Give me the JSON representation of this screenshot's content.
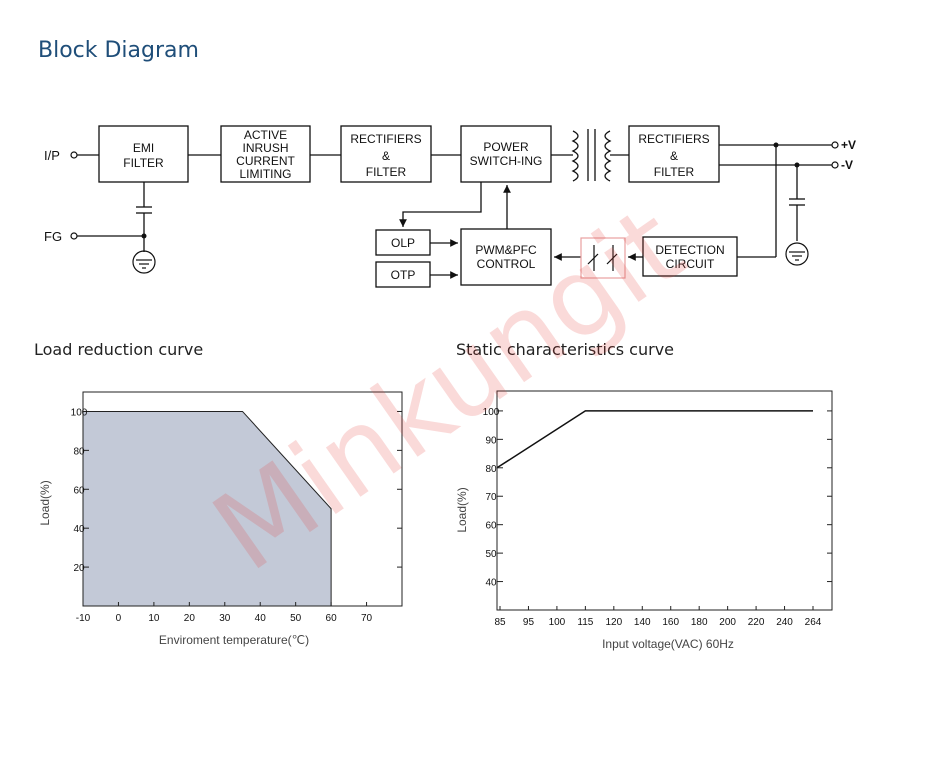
{
  "page": {
    "title": "Block Diagram",
    "watermark": "Minkungit"
  },
  "block_diagram": {
    "terminals": {
      "input": "I/P",
      "ground": "FG",
      "pos_out": "+V",
      "neg_out": "-V"
    },
    "blocks": {
      "emi": [
        "EMI",
        "FILTER"
      ],
      "inrush": [
        "ACTIVE",
        "INRUSH",
        "CURRENT",
        "LIMITING"
      ],
      "rect1": [
        "RECTIFIERS",
        "&",
        "FILTER"
      ],
      "power": [
        "POWER",
        "SWITCH-ING"
      ],
      "rect2": [
        "RECTIFIERS",
        "&",
        "FILTER"
      ],
      "olp": [
        "OLP"
      ],
      "otp": [
        "OTP"
      ],
      "pwm": [
        "PWM&PFC",
        "CONTROL"
      ],
      "detection": [
        "DETECTION",
        "CIRCUIT"
      ]
    }
  },
  "load_curve": {
    "section_title": "Load reduction curve",
    "chart_data": {
      "type": "area",
      "x": [
        -10,
        35,
        60
      ],
      "y": [
        100,
        100,
        50
      ],
      "xlabel": "Enviroment temperature(℃)",
      "ylabel": "Load(%)",
      "xlim": [
        -10,
        80
      ],
      "ylim": [
        0,
        110
      ],
      "xticks": [
        "-10",
        "0",
        "10",
        "20",
        "30",
        "40",
        "50",
        "60",
        "70"
      ],
      "yticks": [
        "20",
        "40",
        "60",
        "80",
        "100"
      ],
      "fill_color": "#c3c9d7"
    }
  },
  "static_curve": {
    "section_title": "Static characteristics curve",
    "chart_data": {
      "type": "line",
      "x": [
        "85",
        "115",
        "264"
      ],
      "y": [
        80,
        100,
        100
      ],
      "xlabel": "Input voltage(VAC) 60Hz",
      "ylabel": "Load(%)",
      "xticks": [
        "85",
        "95",
        "100",
        "115",
        "120",
        "140",
        "160",
        "180",
        "200",
        "220",
        "240",
        "264"
      ],
      "yticks": [
        "40",
        "50",
        "60",
        "70",
        "80",
        "90",
        "100"
      ],
      "ylim": [
        30,
        107
      ]
    }
  }
}
